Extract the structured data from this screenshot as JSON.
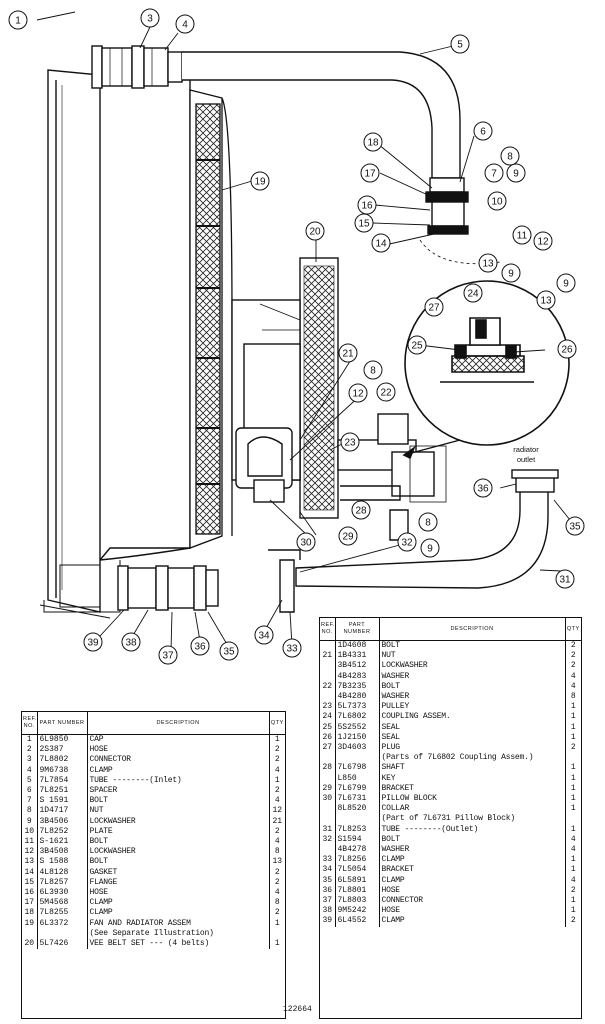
{
  "drawing_id": "122664",
  "callouts": [
    "1",
    "3",
    "4",
    "5",
    "6",
    "8",
    "7",
    "9",
    "18",
    "17",
    "16",
    "10",
    "15",
    "11",
    "12",
    "14",
    "13",
    "9",
    "19",
    "20",
    "9",
    "13",
    "27",
    "24",
    "25",
    "26",
    "21",
    "8",
    "22",
    "12",
    "23",
    "28",
    "30",
    "29",
    "8",
    "32",
    "9",
    "36",
    "35",
    "31",
    "39",
    "38",
    "37",
    "36",
    "35",
    "34",
    "33"
  ],
  "outlet_label_line1": "radiator",
  "outlet_label_line2": "outlet",
  "table_left": {
    "headers": [
      "REF. NO.",
      "PART NUMBER",
      "DESCRIPTION",
      "QTY"
    ],
    "rows": [
      {
        "ref": "1",
        "part": "6L9850",
        "desc": "CAP",
        "qty": "1"
      },
      {
        "ref": "2",
        "part": "2S387",
        "desc": "HOSE",
        "qty": "2"
      },
      {
        "ref": "3",
        "part": "7L8802",
        "desc": "CONNECTOR",
        "qty": "2"
      },
      {
        "ref": "4",
        "part": "9M6738",
        "desc": "CLAMP",
        "qty": "4"
      },
      {
        "ref": "5",
        "part": "7L7854",
        "desc": "TUBE --------(Inlet)",
        "qty": "1"
      },
      {
        "ref": "6",
        "part": "7L8251",
        "desc": "SPACER",
        "qty": "2"
      },
      {
        "ref": "7",
        "part": "S 1591",
        "desc": "BOLT",
        "qty": "4"
      },
      {
        "ref": "8",
        "part": "1D4717",
        "desc": "NUT",
        "qty": "12"
      },
      {
        "ref": "9",
        "part": "3B4506",
        "desc": "LOCKWASHER",
        "qty": "21"
      },
      {
        "ref": "10",
        "part": "7L8252",
        "desc": "PLATE",
        "qty": "2"
      },
      {
        "ref": "11",
        "part": "S-1621",
        "desc": "BOLT",
        "qty": "4"
      },
      {
        "ref": "12",
        "part": "3B4508",
        "desc": "LOCKWASHER",
        "qty": "8"
      },
      {
        "ref": "13",
        "part": "S 1588",
        "desc": "BOLT",
        "qty": "13"
      },
      {
        "ref": "14",
        "part": "4L8128",
        "desc": "GASKET",
        "qty": "2"
      },
      {
        "ref": "15",
        "part": "7L8257",
        "desc": "FLANGE",
        "qty": "2"
      },
      {
        "ref": "16",
        "part": "6L3930",
        "desc": "HOSE",
        "qty": "4"
      },
      {
        "ref": "17",
        "part": "5M4568",
        "desc": "CLAMP",
        "qty": "8"
      },
      {
        "ref": "18",
        "part": "7L8255",
        "desc": "CLAMP",
        "qty": "2"
      },
      {
        "ref": "19",
        "part": "6L3372",
        "desc": "FAN AND RADIATOR ASSEM",
        "qty": "1"
      },
      {
        "ref": "",
        "part": "",
        "desc": "  (See Separate Illustration)",
        "qty": ""
      },
      {
        "ref": "20",
        "part": "5L7426",
        "desc": "VEE BELT SET --- (4 belts)",
        "qty": "1"
      }
    ]
  },
  "table_right": {
    "headers": [
      "REF. NO.",
      "PART NUMBER",
      "DESCRIPTION",
      "QTY"
    ],
    "rows": [
      {
        "ref": "",
        "part": "1D4608",
        "desc": "BOLT",
        "qty": "2"
      },
      {
        "ref": "21",
        "part": "1B4331",
        "desc": "NUT",
        "qty": "2"
      },
      {
        "ref": "",
        "part": "3B4512",
        "desc": "LOCKWASHER",
        "qty": "2"
      },
      {
        "ref": "",
        "part": "4B4283",
        "desc": "WASHER",
        "qty": "4"
      },
      {
        "ref": "22",
        "part": "7B3235",
        "desc": "BOLT",
        "qty": "4"
      },
      {
        "ref": "",
        "part": "4B4280",
        "desc": "WASHER",
        "qty": "8"
      },
      {
        "ref": "23",
        "part": "5L7373",
        "desc": "PULLEY",
        "qty": "1"
      },
      {
        "ref": "24",
        "part": "7L6802",
        "desc": "COUPLING ASSEM.",
        "qty": "1"
      },
      {
        "ref": "25",
        "part": "5S2552",
        "desc": "  SEAL",
        "qty": "1"
      },
      {
        "ref": "26",
        "part": "1J2150",
        "desc": "  SEAL",
        "qty": "1"
      },
      {
        "ref": "27",
        "part": "3D4603",
        "desc": "  PLUG",
        "qty": "2"
      },
      {
        "ref": "",
        "part": "",
        "desc": "(Parts of 7L6802 Coupling Assem.)",
        "qty": ""
      },
      {
        "ref": "28",
        "part": "7L6798",
        "desc": "SHAFT",
        "qty": "1"
      },
      {
        "ref": "",
        "part": "L850",
        "desc": "KEY",
        "qty": "1"
      },
      {
        "ref": "29",
        "part": "7L6799",
        "desc": "BRACKET",
        "qty": "1"
      },
      {
        "ref": "30",
        "part": "7L6731",
        "desc": "PILLOW BLOCK",
        "qty": "1"
      },
      {
        "ref": "",
        "part": "8L8520",
        "desc": "  COLLAR",
        "qty": "1"
      },
      {
        "ref": "",
        "part": "",
        "desc": "  (Part of 7L6731 Pillow Block)",
        "qty": ""
      },
      {
        "ref": "31",
        "part": "7L8253",
        "desc": "TUBE --------(Outlet)",
        "qty": "1"
      },
      {
        "ref": "32",
        "part": "S1594",
        "desc": "BOLT",
        "qty": "4"
      },
      {
        "ref": "",
        "part": "4B4278",
        "desc": "WASHER",
        "qty": "4"
      },
      {
        "ref": "33",
        "part": "7L8256",
        "desc": "CLAMP",
        "qty": "1"
      },
      {
        "ref": "34",
        "part": "7L5054",
        "desc": "BRACKET",
        "qty": "1"
      },
      {
        "ref": "35",
        "part": "6L5891",
        "desc": "CLAMP",
        "qty": "4"
      },
      {
        "ref": "36",
        "part": "7L8801",
        "desc": "HOSE",
        "qty": "2"
      },
      {
        "ref": "37",
        "part": "7L8803",
        "desc": "CONNECTOR",
        "qty": "1"
      },
      {
        "ref": "38",
        "part": "9M5242",
        "desc": "HOSE",
        "qty": "1"
      },
      {
        "ref": "39",
        "part": "6L4552",
        "desc": "CLAMP",
        "qty": "2"
      }
    ]
  }
}
